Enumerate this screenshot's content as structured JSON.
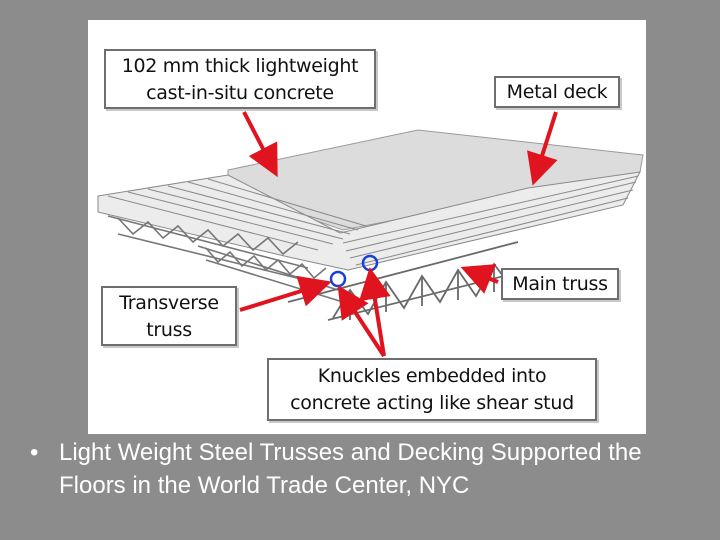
{
  "figure": {
    "callouts": {
      "concrete": [
        "102 mm thick lightweight",
        "cast-in-situ concrete"
      ],
      "metal_deck": [
        "Metal deck"
      ],
      "transverse_truss": [
        "Transverse",
        "truss"
      ],
      "main_truss": [
        "Main truss"
      ],
      "knuckles": [
        "Knuckles embedded into",
        "concrete acting like shear stud"
      ]
    },
    "colors": {
      "arrow": "#e0141e",
      "knuckle_marker": "#1a3fd6",
      "callout_border": "#6e6e6e",
      "background": "#8c8c8c"
    }
  },
  "caption": {
    "bullet": "•",
    "text": "Light Weight  Steel Trusses and Decking Supported the Floors in the World Trade Center, NYC"
  }
}
